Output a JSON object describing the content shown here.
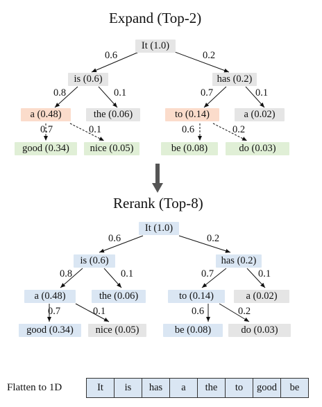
{
  "expand": {
    "title": "Expand (Top-2)",
    "root": "It (1.0)",
    "level1": [
      "is (0.6)",
      "has (0.2)"
    ],
    "level1_probs": [
      "0.6",
      "0.2"
    ],
    "level2": [
      "a (0.48)",
      "the (0.06)",
      "to (0.14)",
      "a (0.02)"
    ],
    "level2_probs": [
      "0.8",
      "0.1",
      "0.7",
      "0.1"
    ],
    "level3": [
      "good (0.34)",
      "nice (0.05)",
      "be (0.08)",
      "do (0.03)"
    ],
    "level3_probs": [
      "0.7",
      "0.1",
      "0.6",
      "0.2"
    ]
  },
  "rerank": {
    "title": "Rerank (Top-8)",
    "root": "It (1.0)",
    "level1": [
      "is (0.6)",
      "has (0.2)"
    ],
    "level1_probs": [
      "0.6",
      "0.2"
    ],
    "level2": [
      "a (0.48)",
      "the (0.06)",
      "to (0.14)",
      "a (0.02)"
    ],
    "level2_probs": [
      "0.8",
      "0.1",
      "0.7",
      "0.1"
    ],
    "level3": [
      "good (0.34)",
      "nice (0.05)",
      "be (0.08)",
      "do (0.03)"
    ],
    "level3_probs": [
      "0.7",
      "0.1",
      "0.6",
      "0.2"
    ]
  },
  "flatten": {
    "label": "Flatten to 1D",
    "tokens": [
      "It",
      "is",
      "has",
      "a",
      "the",
      "to",
      "good",
      "be"
    ]
  },
  "colors": {
    "gray": "#e5e5e5",
    "orange": "#fbdccb",
    "green": "#e0efd6",
    "blue": "#dae6f3",
    "arrow": "#555555"
  }
}
